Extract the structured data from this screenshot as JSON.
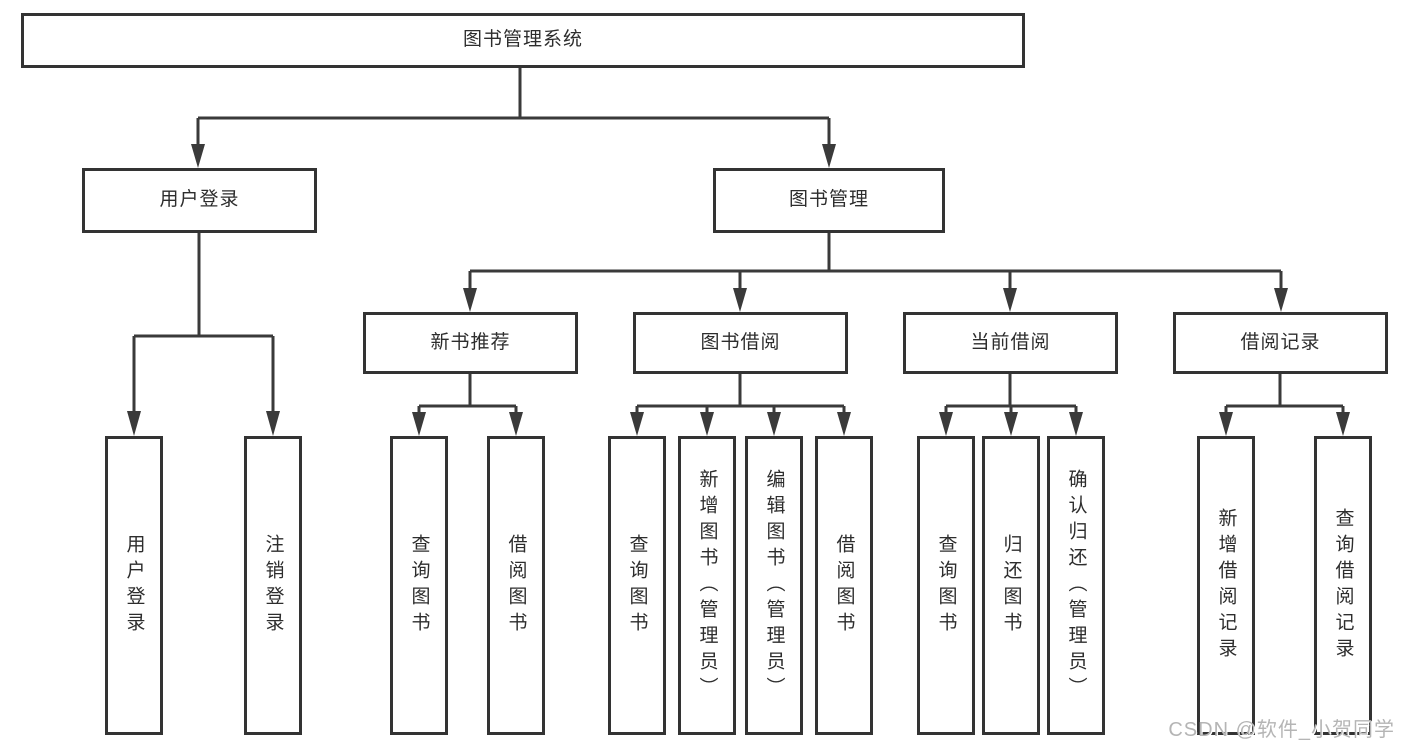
{
  "colors": {
    "line": "#3a3a3a",
    "box_border": "#333333",
    "box_fill": "#ffffff",
    "text": "#2d2d2d",
    "watermark": "#b5b5b5"
  },
  "tree": {
    "label": "图书管理系统",
    "children": [
      {
        "label": "用户登录",
        "children": [
          {
            "label": "用户登录"
          },
          {
            "label": "注销登录"
          }
        ]
      },
      {
        "label": "图书管理",
        "children": [
          {
            "label": "新书推荐",
            "children": [
              {
                "label": "查询图书"
              },
              {
                "label": "借阅图书"
              }
            ]
          },
          {
            "label": "图书借阅",
            "children": [
              {
                "label": "查询图书"
              },
              {
                "label": "新增图书（管理员）"
              },
              {
                "label": "编辑图书（管理员）"
              },
              {
                "label": "借阅图书"
              }
            ]
          },
          {
            "label": "当前借阅",
            "children": [
              {
                "label": "查询图书"
              },
              {
                "label": "归还图书"
              },
              {
                "label": "确认归还（管理员）"
              }
            ]
          },
          {
            "label": "借阅记录",
            "children": [
              {
                "label": "新增借阅记录"
              },
              {
                "label": "查询借阅记录"
              }
            ]
          }
        ]
      }
    ]
  },
  "watermark": "CSDN @软件_小贺同学"
}
